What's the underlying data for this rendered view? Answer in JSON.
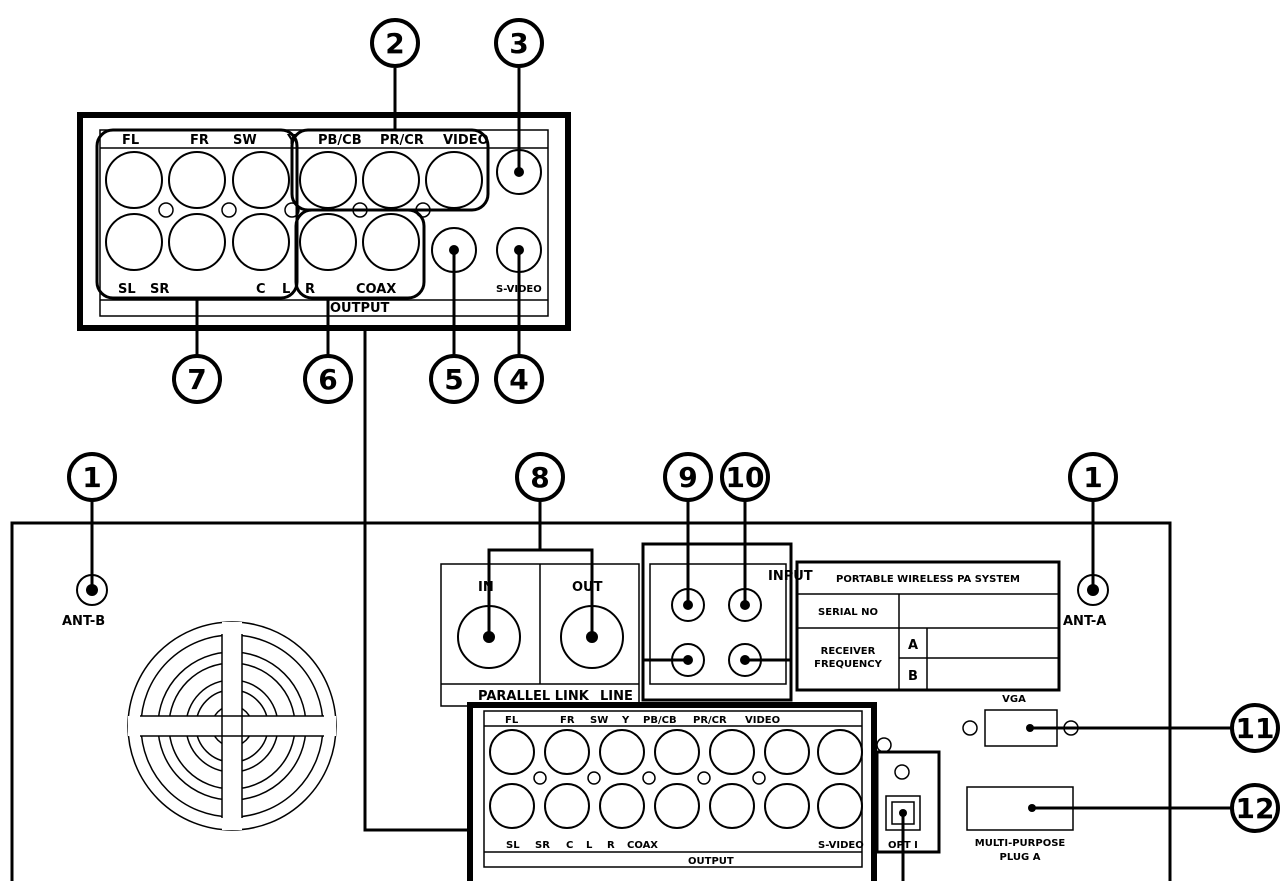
{
  "callouts": [
    "1",
    "2",
    "3",
    "4",
    "5",
    "6",
    "7",
    "8",
    "9",
    "10",
    "11",
    "12"
  ],
  "output_panel": {
    "top_labels": [
      "FL",
      "FR",
      "SW",
      "Y",
      "PB/CB",
      "PR/CR",
      "VIDEO"
    ],
    "bottom_labels": [
      "SL",
      "SR",
      "C",
      "L",
      "R",
      "COAX",
      "S-VIDEO"
    ],
    "footer": "OUTPUT"
  },
  "rear_panel": {
    "antenna_b": "ANT-B",
    "antenna_a": "ANT-A",
    "parallel_link": {
      "in": "IN",
      "out": "OUT",
      "footer": "PARALLEL LINK",
      "line": "LINE"
    },
    "input_label": "INPUT",
    "info_table": {
      "title": "PORTABLE WIRELESS PA SYSTEM",
      "serial": "SERIAL NO",
      "receiver_line1": "RECEIVER",
      "receiver_line2": "FREQUENCY",
      "row_a": "A",
      "row_b": "B"
    },
    "vga": "VGA",
    "multi_line1": "MULTI-PURPOSE",
    "multi_line2": "PLUG A",
    "opt": "OPT I"
  }
}
